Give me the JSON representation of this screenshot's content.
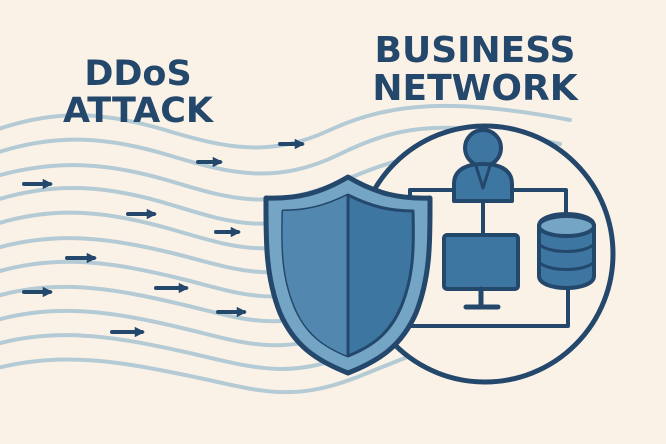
{
  "attack": {
    "title_line_1": "DDoS",
    "title_line_2": "ATTACK"
  },
  "network": {
    "title_line_1": "BUSINESS",
    "title_line_2": "NETWORK"
  },
  "icons": {
    "attack_flow": "traffic-wave-arrows",
    "protection": "security-shield",
    "user": "user-icon",
    "computer": "desktop-monitor-icon",
    "storage": "database-server-icon",
    "network": "network-circle"
  },
  "colors": {
    "background": "#fbf2e7",
    "navy": "#24476c",
    "blue": "#3d76a0",
    "light_blue": "#74a5c4",
    "wave": "#b4cbd5"
  }
}
